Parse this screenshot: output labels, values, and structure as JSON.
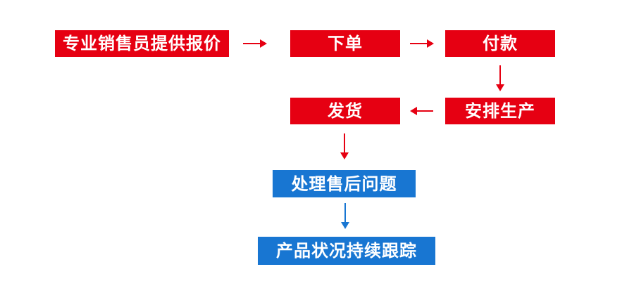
{
  "colors": {
    "red": "#e60012",
    "blue": "#1876d2",
    "background": "#ffffff",
    "node_text": "#ffffff"
  },
  "flowchart": {
    "nodes": [
      {
        "id": "quote",
        "label": "专业销售员提供报价",
        "color": "#e60012"
      },
      {
        "id": "order",
        "label": "下单",
        "color": "#e60012"
      },
      {
        "id": "payment",
        "label": "付款",
        "color": "#e60012"
      },
      {
        "id": "production",
        "label": "安排生产",
        "color": "#e60012"
      },
      {
        "id": "ship",
        "label": "发货",
        "color": "#e60012"
      },
      {
        "id": "aftersales",
        "label": "处理售后问题",
        "color": "#1876d2"
      },
      {
        "id": "tracking",
        "label": "产品状况持续跟踪",
        "color": "#1876d2"
      }
    ],
    "edges": [
      {
        "from": "quote",
        "to": "order",
        "direction": "right",
        "color": "#e60012"
      },
      {
        "from": "order",
        "to": "payment",
        "direction": "right",
        "color": "#e60012"
      },
      {
        "from": "payment",
        "to": "production",
        "direction": "down",
        "color": "#e60012"
      },
      {
        "from": "production",
        "to": "ship",
        "direction": "left",
        "color": "#e60012"
      },
      {
        "from": "ship",
        "to": "aftersales",
        "direction": "down",
        "color": "#e60012"
      },
      {
        "from": "aftersales",
        "to": "tracking",
        "direction": "down",
        "color": "#1876d2"
      }
    ]
  }
}
